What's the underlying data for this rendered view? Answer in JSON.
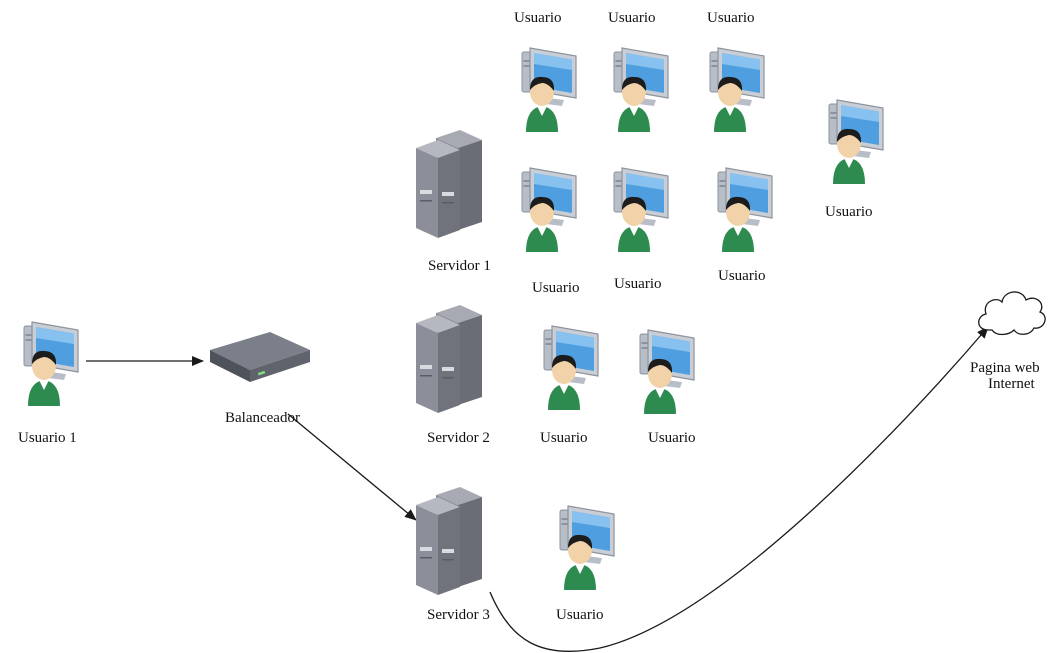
{
  "colors": {
    "monitor_body": "#c9ced6",
    "screen": "#4f9fe0",
    "shirt": "#2e8b4f",
    "skin": "#f2d2a9",
    "hair": "#1c1c1c",
    "server_body": "#777a84",
    "balancer_body": "#5b5f68",
    "edge": "#1a1a1a",
    "cloud_fill": "#ffffff"
  },
  "nodes": {
    "user1": {
      "label": "Usuario 1",
      "icon": "user-computer-icon"
    },
    "balancer": {
      "label": "Balanceador",
      "icon": "load-balancer-icon"
    },
    "server1": {
      "label": "Servidor 1",
      "icon": "server-icon"
    },
    "server2": {
      "label": "Servidor 2",
      "icon": "server-icon"
    },
    "server3": {
      "label": "Servidor 3",
      "icon": "server-icon"
    },
    "internet": {
      "label_line1": "Pagina web",
      "label_line2": "Internet",
      "icon": "cloud-icon"
    },
    "users": {
      "s1_top_1": "Usuario",
      "s1_top_2": "Usuario",
      "s1_top_3": "Usuario",
      "s1_right": "Usuario",
      "s1_bottom_1": "Usuario",
      "s1_bottom_2": "Usuario",
      "s1_bottom_3": "Usuario",
      "s2_1": "Usuario",
      "s2_2": "Usuario",
      "s3_1": "Usuario"
    }
  },
  "edges": [
    {
      "from": "user1",
      "to": "balancer",
      "arrow": "end"
    },
    {
      "from": "balancer",
      "to": "server3",
      "arrow": "end"
    },
    {
      "from": "server3",
      "to": "internet",
      "arrow": "end"
    }
  ]
}
